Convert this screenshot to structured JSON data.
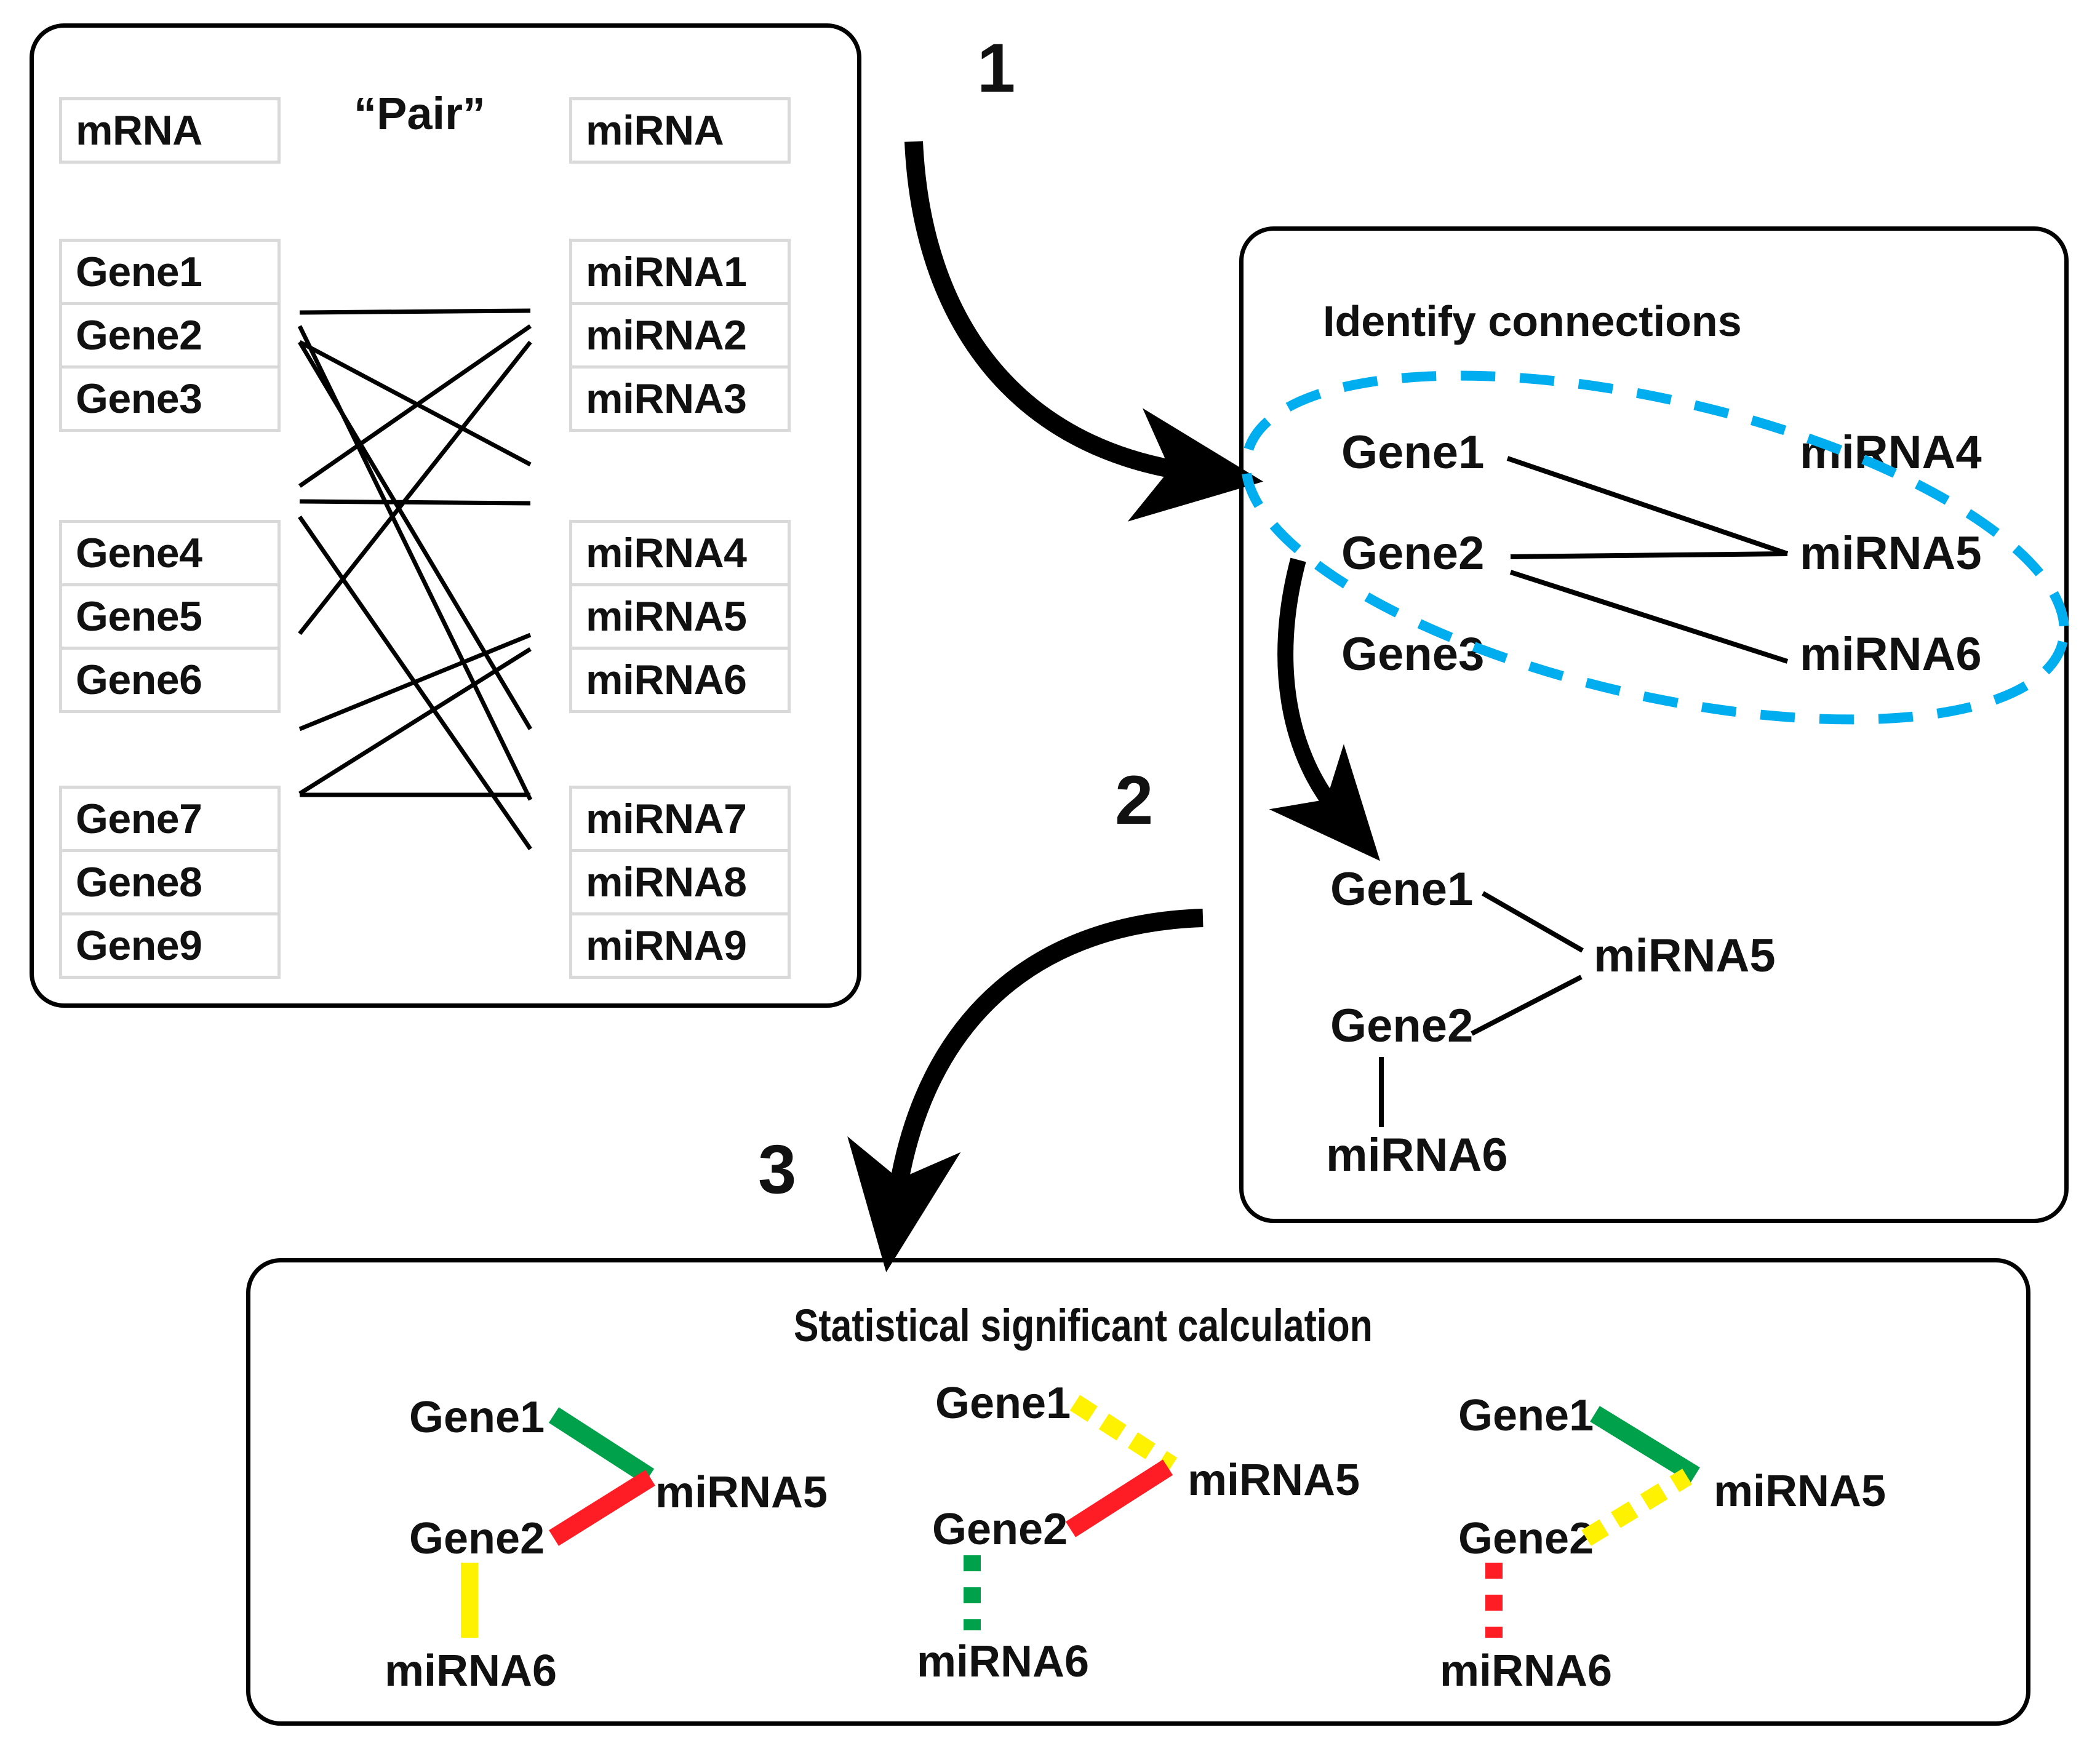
{
  "figure": {
    "title_implicit": "miRNA-mRNA pairing, connection identification and statistical significance workflow"
  },
  "colors": {
    "cyan_highlight": "#00AEEF",
    "green": "#00A14B",
    "red": "#FF1D25",
    "yellow": "#FFF200",
    "cell_border": "#d9d9d9",
    "panel_border": "#000000"
  },
  "steps": {
    "one": "1",
    "two": "2",
    "three": "3"
  },
  "panel_pair": {
    "title": "“Pair”",
    "mrna_header": "mRNA",
    "mirna_header": "miRNA",
    "mrna_groups": [
      [
        "Gene1",
        "Gene2",
        "Gene3"
      ],
      [
        "Gene4",
        "Gene5",
        "Gene6"
      ],
      [
        "Gene7",
        "Gene8",
        "Gene9"
      ]
    ],
    "mirna_groups": [
      [
        "miRNA1",
        "miRNA2",
        "miRNA3"
      ],
      [
        "miRNA4",
        "miRNA5",
        "miRNA6"
      ],
      [
        "miRNA7",
        "miRNA8",
        "miRNA9"
      ]
    ]
  },
  "panel_identify": {
    "title": "Identify connections",
    "top_graph": {
      "genes": [
        "Gene1",
        "Gene2",
        "Gene3"
      ],
      "mirnas": [
        "miRNA4",
        "miRNA5",
        "miRNA6"
      ],
      "edges": [
        [
          "Gene1",
          "miRNA5"
        ],
        [
          "Gene2",
          "miRNA5"
        ],
        [
          "Gene2",
          "miRNA6"
        ]
      ],
      "highlight_shape": "dashed-ellipse",
      "highlight_color": "#00AEEF"
    },
    "bottom_graph": {
      "nodes": [
        "Gene1",
        "miRNA5",
        "Gene2",
        "miRNA6"
      ],
      "edges": [
        [
          "Gene1",
          "miRNA5"
        ],
        [
          "Gene2",
          "miRNA5"
        ],
        [
          "Gene2",
          "miRNA6"
        ]
      ]
    }
  },
  "panel_stats": {
    "title": "Statistical significant calculation",
    "triads": [
      {
        "nodes": {
          "gene1": "Gene1",
          "gene2": "Gene2",
          "mirna5": "miRNA5",
          "mirna6": "miRNA6"
        },
        "edges": [
          {
            "from": "Gene1",
            "to": "miRNA5",
            "color": "#00A14B",
            "style": "solid"
          },
          {
            "from": "Gene2",
            "to": "miRNA5",
            "color": "#FF1D25",
            "style": "solid"
          },
          {
            "from": "Gene2",
            "to": "miRNA6",
            "color": "#FFF200",
            "style": "solid"
          }
        ]
      },
      {
        "nodes": {
          "gene1": "Gene1",
          "gene2": "Gene2",
          "mirna5": "miRNA5",
          "mirna6": "miRNA6"
        },
        "edges": [
          {
            "from": "Gene1",
            "to": "miRNA5",
            "color": "#FFF200",
            "style": "dashed"
          },
          {
            "from": "Gene2",
            "to": "miRNA5",
            "color": "#FF1D25",
            "style": "solid"
          },
          {
            "from": "Gene2",
            "to": "miRNA6",
            "color": "#00A14B",
            "style": "dashed"
          }
        ]
      },
      {
        "nodes": {
          "gene1": "Gene1",
          "gene2": "Gene2",
          "mirna5": "miRNA5",
          "mirna6": "miRNA6"
        },
        "edges": [
          {
            "from": "Gene1",
            "to": "miRNA5",
            "color": "#00A14B",
            "style": "solid"
          },
          {
            "from": "Gene2",
            "to": "miRNA5",
            "color": "#FFF200",
            "style": "dashed"
          },
          {
            "from": "Gene2",
            "to": "miRNA6",
            "color": "#FF1D25",
            "style": "dashed"
          }
        ]
      }
    ]
  }
}
